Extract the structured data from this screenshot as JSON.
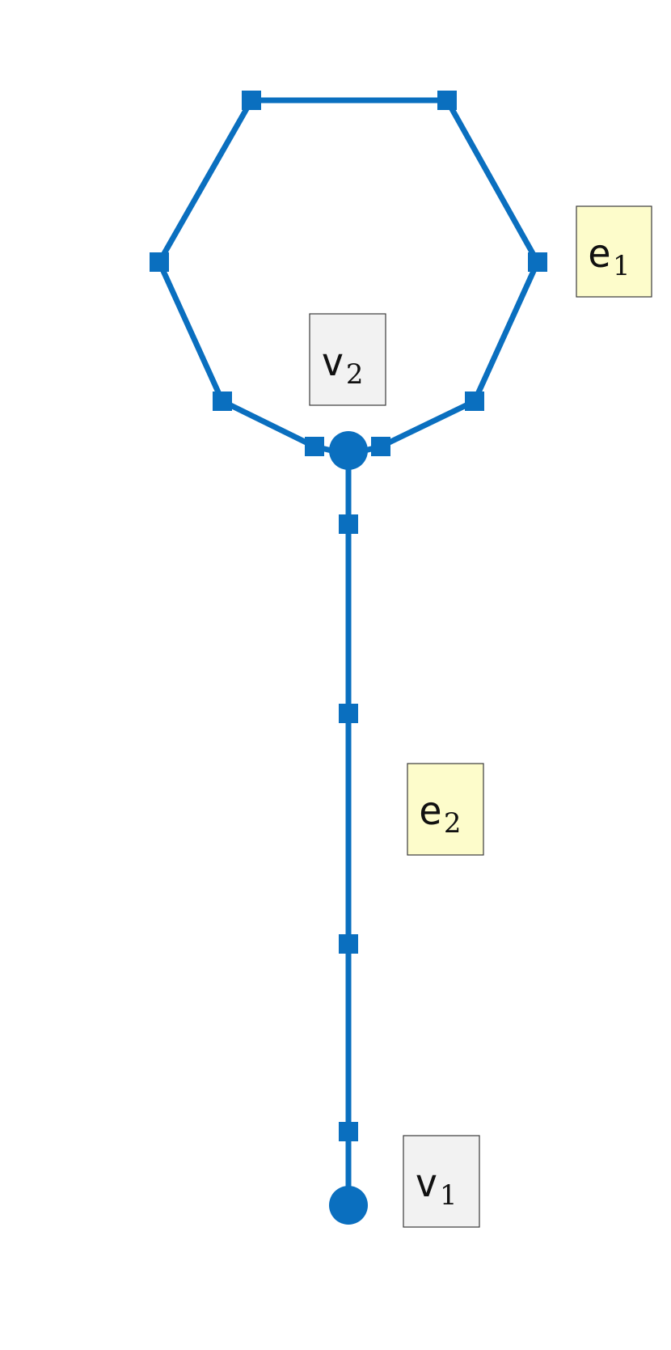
{
  "colors": {
    "line": "#0a6fbf",
    "edge_label_bg": "#fdfccb",
    "vertex_label_bg": "#f2f2f2"
  },
  "labels": {
    "e1": {
      "base": "e",
      "sub": "1"
    },
    "e2": {
      "base": "e",
      "sub": "2"
    },
    "v1": {
      "base": "v",
      "sub": "1"
    },
    "v2": {
      "base": "v",
      "sub": "2"
    }
  }
}
